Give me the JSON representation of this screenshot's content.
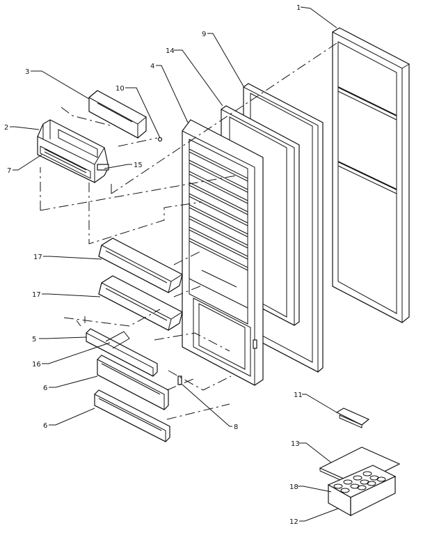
{
  "diagram": {
    "callouts": [
      {
        "id": "c1",
        "text": "1"
      },
      {
        "id": "c2",
        "text": "2"
      },
      {
        "id": "c3",
        "text": "3"
      },
      {
        "id": "c4",
        "text": "4"
      },
      {
        "id": "c5",
        "text": "5"
      },
      {
        "id": "c6a",
        "text": "6"
      },
      {
        "id": "c6b",
        "text": "6"
      },
      {
        "id": "c7",
        "text": "7"
      },
      {
        "id": "c8",
        "text": "8"
      },
      {
        "id": "c9",
        "text": "9"
      },
      {
        "id": "c10",
        "text": "10"
      },
      {
        "id": "c11",
        "text": "11"
      },
      {
        "id": "c12",
        "text": "12"
      },
      {
        "id": "c13",
        "text": "13"
      },
      {
        "id": "c14",
        "text": "14"
      },
      {
        "id": "c15",
        "text": "15"
      },
      {
        "id": "c16",
        "text": "16"
      },
      {
        "id": "c17a",
        "text": "17"
      },
      {
        "id": "c17b",
        "text": "17"
      },
      {
        "id": "c18",
        "text": "18"
      }
    ]
  }
}
